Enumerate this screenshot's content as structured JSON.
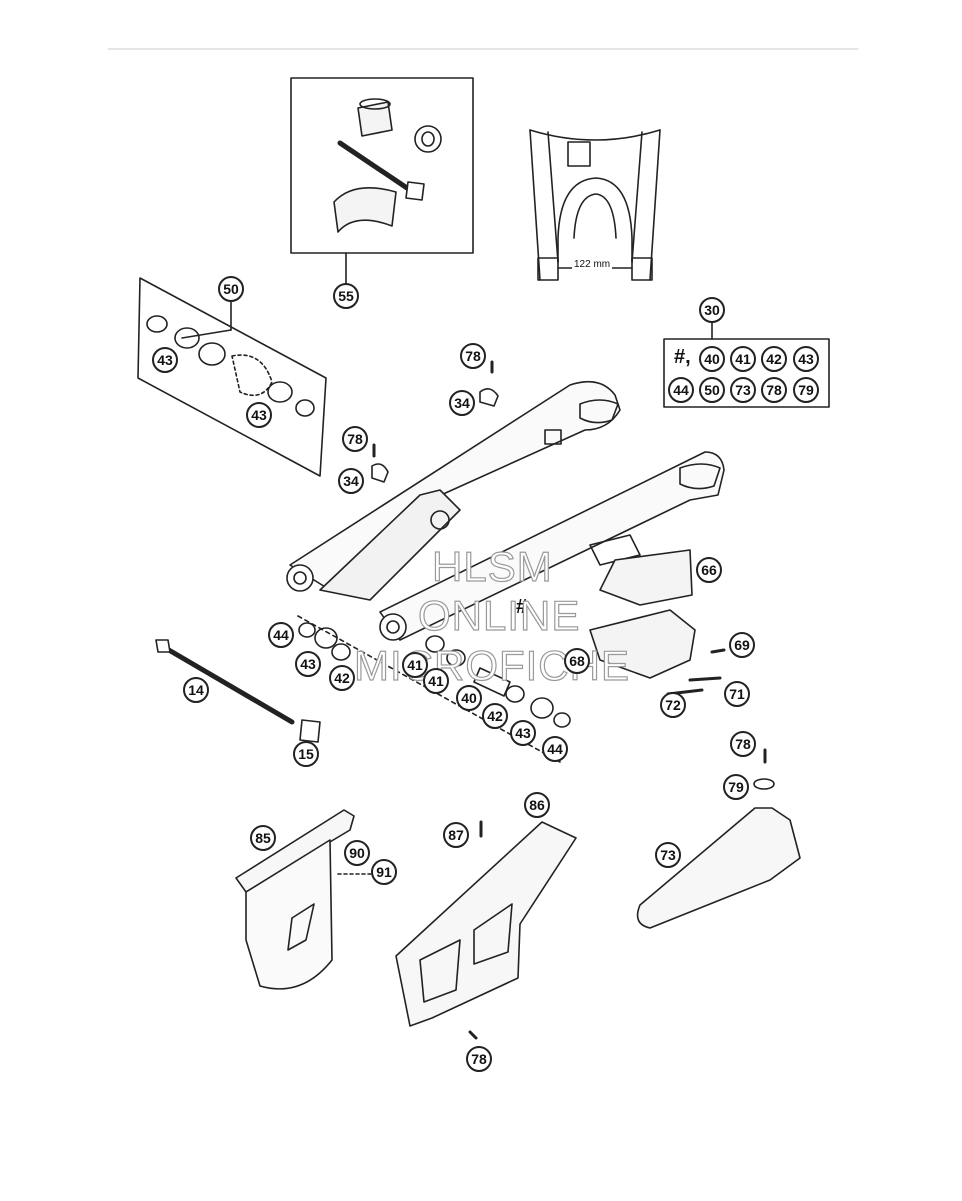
{
  "diagram": {
    "dimension_label": "122 mm",
    "hash_mark": "#",
    "kit_hash_prefix": "#,",
    "watermark": [
      "HLSM",
      "ONLINE",
      "MICROFICHE"
    ]
  },
  "callouts": {
    "c55": "55",
    "c50": "50",
    "c43a": "43",
    "c43b": "43",
    "c30": "30",
    "k40": "40",
    "k41": "41",
    "k42": "42",
    "k43": "43",
    "k44": "44",
    "k50": "50",
    "k73": "73",
    "k78": "78",
    "k79": "79",
    "c78a": "78",
    "c34a": "34",
    "c78b": "78",
    "c34b": "34",
    "c66": "66",
    "c68": "68",
    "c69": "69",
    "c71": "71",
    "c72": "72",
    "c44a": "44",
    "c43c": "43",
    "c42a": "42",
    "c41a": "41",
    "c41b": "41",
    "c40": "40",
    "c42b": "42",
    "c43d": "43",
    "c44b": "44",
    "c14": "14",
    "c15": "15",
    "c78c": "78",
    "c79": "79",
    "c73": "73",
    "c85": "85",
    "c90": "90",
    "c91": "91",
    "c87": "87",
    "c86": "86",
    "c78d": "78"
  },
  "colors": {
    "line": "#222222",
    "watermark": "#9a9a9a"
  }
}
